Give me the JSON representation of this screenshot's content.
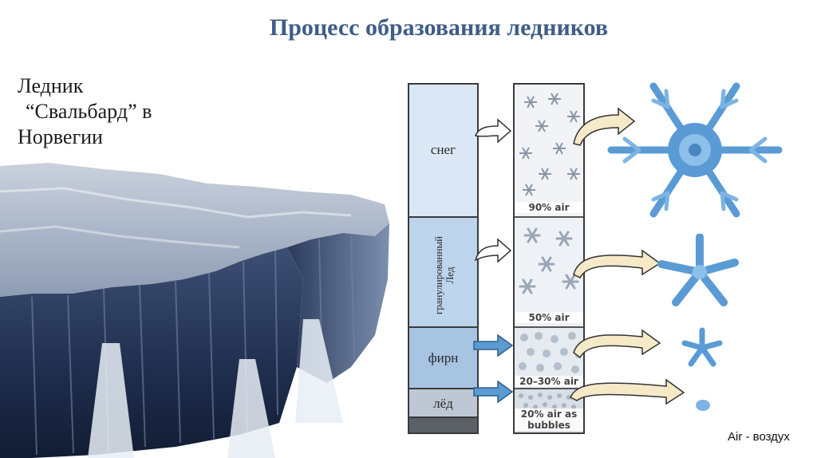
{
  "title": "Процесс образования ледников",
  "caption": {
    "line1": "Ледник",
    "line2": "“Свальбард” в",
    "line3": "Норвегии"
  },
  "layers": [
    {
      "label": "снег",
      "air": "90% air",
      "color": "#dbe7f4"
    },
    {
      "label": "гранулированный Лед",
      "line1": "гранулированный",
      "line2": "Лед",
      "air": "50% air",
      "color": "#bcd4ec"
    },
    {
      "label": "фирн",
      "air": "20–30% air",
      "color": "#a7c4e3"
    },
    {
      "label": "лёд",
      "air": "20% air as bubbles",
      "air_line1": "20% air as",
      "air_line2": "bubbles",
      "color": "#bdc8d4"
    }
  ],
  "legend": "Air - воздух",
  "colors": {
    "title": "#3f5d86",
    "crystal": "#5b9bd5",
    "arrow_fill": "#f5e9c8"
  }
}
